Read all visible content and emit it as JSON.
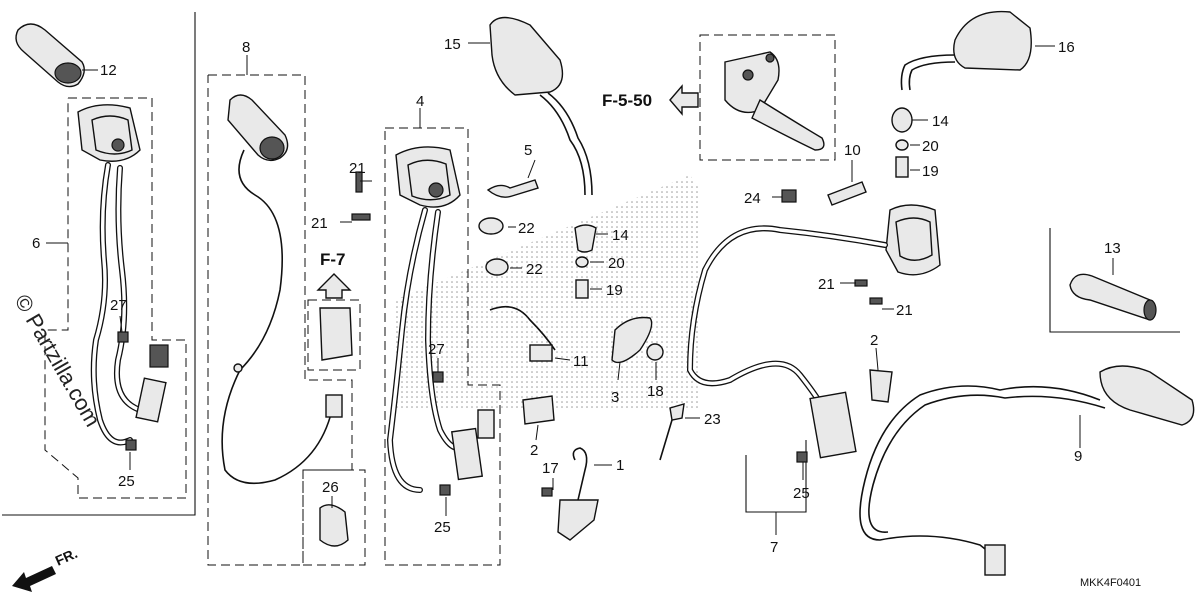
{
  "callouts": {
    "c1": "1",
    "c2a": "2",
    "c2b": "2",
    "c3": "3",
    "c4": "4",
    "c5": "5",
    "c6": "6",
    "c7": "7",
    "c8": "8",
    "c9": "9",
    "c10": "10",
    "c11": "11",
    "c12": "12",
    "c13": "13",
    "c14a": "14",
    "c14b": "14",
    "c15": "15",
    "c16": "16",
    "c17": "17",
    "c18": "18",
    "c19a": "19",
    "c19b": "19",
    "c20a": "20",
    "c20b": "20",
    "c21a": "21",
    "c21b": "21",
    "c21c": "21",
    "c21d": "21",
    "c22a": "22",
    "c22b": "22",
    "c23": "23",
    "c24": "24",
    "c25a": "25",
    "c25b": "25",
    "c25c": "25",
    "c26": "26",
    "c27a": "27",
    "c27b": "27"
  },
  "references": {
    "f550": "F-5-50",
    "f7": "F-7"
  },
  "direction_label": "FR.",
  "diagram_code": "MKK4F0401",
  "watermark": "© Partzilla.com",
  "icons": [
    "arrow-left-outline-icon",
    "arrow-up-outline-icon",
    "front-direction-arrow-icon"
  ]
}
